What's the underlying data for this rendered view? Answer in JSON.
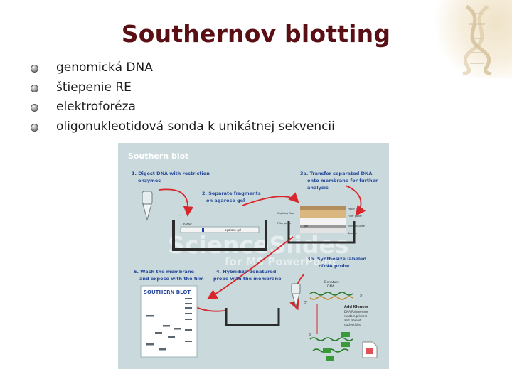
{
  "slide": {
    "title": "Southernov blotting",
    "bullets": [
      "genomická DNA",
      "štiepenie RE",
      "elektroforéza",
      "oligonukleotidová sonda k unikátnej sekvencii"
    ]
  },
  "figure": {
    "heading": "Southern blot",
    "step1": [
      "1. Digest DNA with restriction",
      "enzymes"
    ],
    "step2": [
      "2. Separate fragments",
      "on agarose gel"
    ],
    "step3a": [
      "3a. Transfer separated DNA",
      "onto membrane for further",
      "analysis"
    ],
    "step3b": [
      "3b. Synthesize labeled",
      "cDNA probe"
    ],
    "step4": [
      "4. Hybridize denatured",
      "probe with the membrane"
    ],
    "step5": [
      "5. Wash the membrane",
      "and expose with the film"
    ],
    "film_label": "SOUTHERN BLOT",
    "watermark": [
      "ScienceSlides",
      "for MS PowerPoint"
    ],
    "stack_labels": [
      "Paper towels",
      "Filter paper",
      "Capillary flow",
      "Filter paper",
      "Nitrocellulose",
      "Sponge"
    ],
    "buffer_label": "buffer",
    "gel_label": "agarose gel",
    "gel_short": "gel",
    "probe_labels": [
      "Denature",
      "DNA",
      "Add Klenow",
      "DNA Polymerase",
      "random primers",
      "and labeled",
      "nucleotides"
    ],
    "strand_mark": "5'",
    "colors": {
      "background": "#c9d9dc",
      "arrow": "#d9262b",
      "heading": "#ffffff",
      "step_text": "#2a4b9b",
      "film": "#ffffff",
      "band": "#5a6770",
      "title": "#5a0f14"
    }
  }
}
